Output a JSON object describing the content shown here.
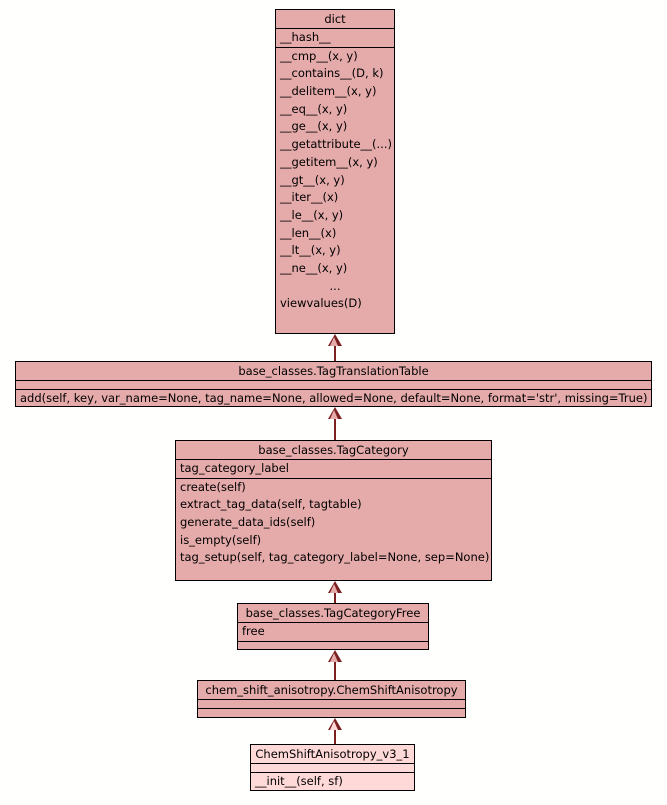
{
  "diagram": {
    "type": "uml-class-diagram",
    "title": "",
    "background_color": "#fffffd",
    "class_fill_color": "#e5aaaa",
    "leaf_fill_color": "#ffd8d8",
    "border_color": "#000000",
    "relation_color": "#7a2020",
    "relation_type": "inheritance"
  },
  "classes": [
    {
      "id": "dict",
      "name": "dict",
      "attributes": [
        "__hash__"
      ],
      "methods": [
        "__cmp__(x, y)",
        "__contains__(D, k)",
        "__delitem__(x, y)",
        "__eq__(x, y)",
        "__ge__(x, y)",
        "__getattribute__(...)",
        "__getitem__(x, y)",
        "__gt__(x, y)",
        "__iter__(x)",
        "__le__(x, y)",
        "__len__(x)",
        "__lt__(x, y)",
        "__ne__(x, y)",
        "...",
        "viewvalues(D)"
      ]
    },
    {
      "id": "tag_translation_table",
      "name": "base_classes.TagTranslationTable",
      "attributes": [],
      "methods": [
        "add(self, key, var_name=None, tag_name=None, allowed=None, default=None, format='str', missing=True)"
      ]
    },
    {
      "id": "tag_category",
      "name": "base_classes.TagCategory",
      "attributes": [
        "tag_category_label"
      ],
      "methods": [
        "create(self)",
        "extract_tag_data(self, tagtable)",
        "generate_data_ids(self)",
        "is_empty(self)",
        "tag_setup(self, tag_category_label=None, sep=None)"
      ]
    },
    {
      "id": "tag_category_free",
      "name": "base_classes.TagCategoryFree",
      "attributes": [
        "free"
      ],
      "methods": []
    },
    {
      "id": "chem_shift_anisotropy",
      "name": "chem_shift_anisotropy.ChemShiftAnisotropy",
      "attributes": [],
      "methods": []
    },
    {
      "id": "chem_shift_anisotropy_v3_1",
      "name": "ChemShiftAnisotropy_v3_1",
      "attributes": [],
      "methods": [
        "__init__(self, sf)"
      ]
    }
  ],
  "relations": [
    {
      "from": "tag_translation_table",
      "to": "dict",
      "kind": "inheritance"
    },
    {
      "from": "tag_category",
      "to": "tag_translation_table",
      "kind": "inheritance"
    },
    {
      "from": "tag_category_free",
      "to": "tag_category",
      "kind": "inheritance"
    },
    {
      "from": "chem_shift_anisotropy",
      "to": "tag_category_free",
      "kind": "inheritance"
    },
    {
      "from": "chem_shift_anisotropy_v3_1",
      "to": "chem_shift_anisotropy",
      "kind": "inheritance"
    }
  ]
}
